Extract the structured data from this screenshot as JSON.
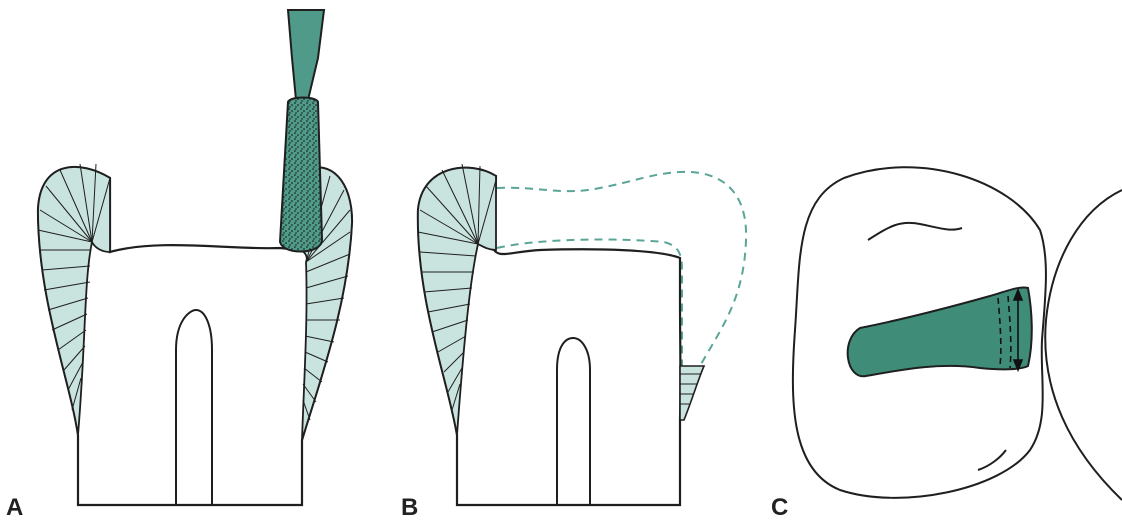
{
  "panels": [
    {
      "label": "A"
    },
    {
      "label": "B"
    },
    {
      "label": "C"
    }
  ],
  "colors": {
    "line": "#1f1f1f",
    "enamel_fill": "#c9e3df",
    "instrument_fill": "#4f9a88",
    "instrument_dark": "#2e6e5f",
    "dashed_line": "#5aa597",
    "cavity_fill": "#3f8d79"
  }
}
